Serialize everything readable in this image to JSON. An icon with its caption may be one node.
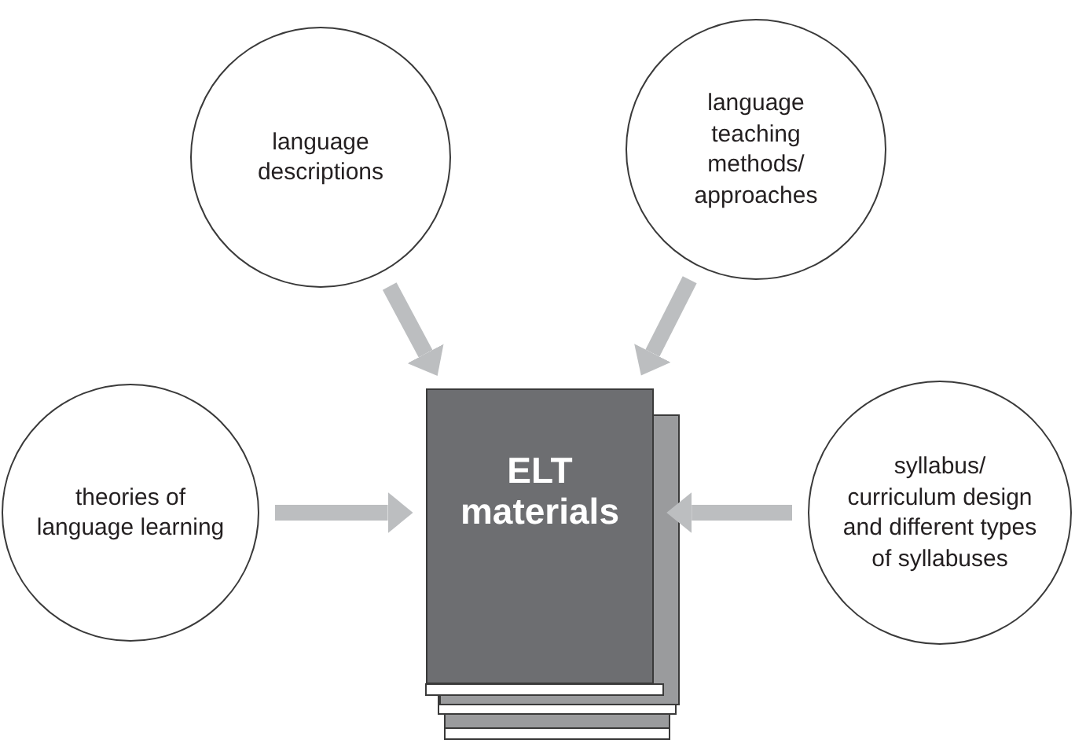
{
  "diagram": {
    "nodes": [
      {
        "text": [
          "language descriptions"
        ]
      },
      {
        "text": [
          "language teaching methods/ approaches"
        ]
      },
      {
        "text": [
          "theories of language learning"
        ]
      },
      {
        "text": [
          "ELT materials"
        ]
      },
      {
        "text": [
          "syllabus/ curriculum design and different types of syllabuses"
        ]
      }
    ],
    "edges": [
      {
        "from": 0,
        "to": 3,
        "arrow": "to"
      },
      {
        "from": 1,
        "to": 3,
        "arrow": "to"
      },
      {
        "from": 2,
        "to": 3,
        "arrow": "to"
      },
      {
        "from": 4,
        "to": 3,
        "arrow": "to"
      }
    ]
  }
}
